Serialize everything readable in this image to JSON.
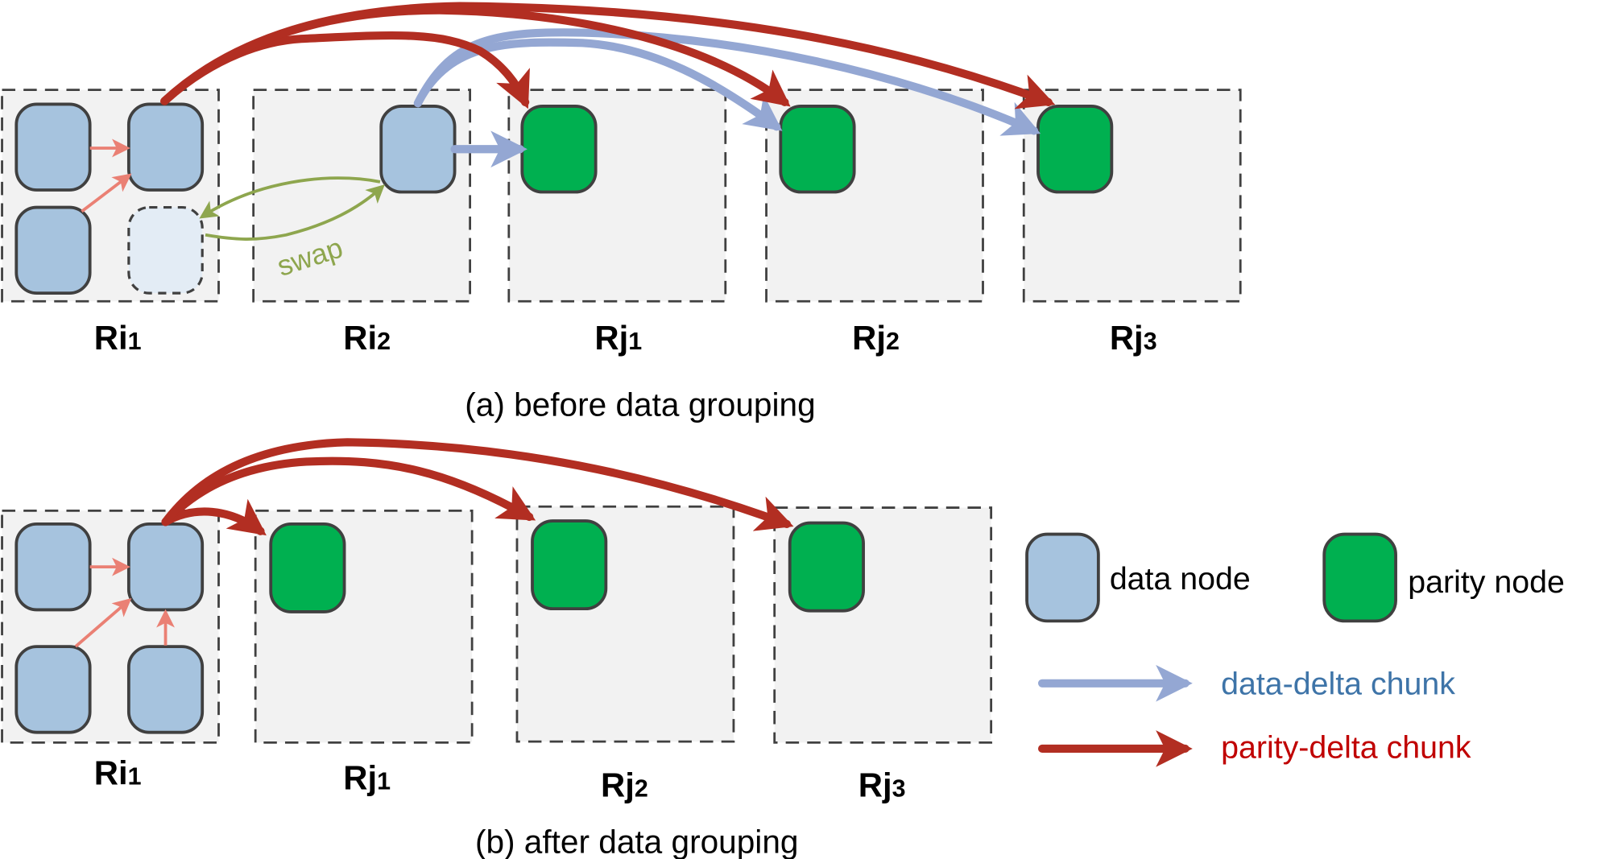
{
  "colors": {
    "data_node": "#A6C3DE",
    "parity_node": "#00B050",
    "rack_fill": "#F2F2F2",
    "outline": "#404040",
    "parity_delta_arrow": "#B22E22",
    "data_delta_arrow": "#94A7D3",
    "swap_arrow": "#8EA64E",
    "local_arrow": "#EA8074",
    "data_delta_text": "#3E74A8",
    "parity_delta_text": "#C00000"
  },
  "panel_a": {
    "caption": "(a) before data grouping",
    "racks": [
      {
        "name": "R",
        "idx": "i",
        "sub": "1"
      },
      {
        "name": "R",
        "idx": "i",
        "sub": "2"
      },
      {
        "name": "R",
        "idx": "j",
        "sub": "1"
      },
      {
        "name": "R",
        "idx": "j",
        "sub": "2"
      },
      {
        "name": "R",
        "idx": "j",
        "sub": "3"
      }
    ],
    "swap_label": "swap"
  },
  "panel_b": {
    "caption": "(b) after data grouping",
    "racks": [
      {
        "name": "R",
        "idx": "i",
        "sub": "1"
      },
      {
        "name": "R",
        "idx": "j",
        "sub": "1"
      },
      {
        "name": "R",
        "idx": "j",
        "sub": "2"
      },
      {
        "name": "R",
        "idx": "j",
        "sub": "3"
      }
    ]
  },
  "legend": {
    "data_node": "data node",
    "parity_node": "parity node",
    "data_delta": "data-delta chunk",
    "parity_delta": "parity-delta chunk"
  }
}
